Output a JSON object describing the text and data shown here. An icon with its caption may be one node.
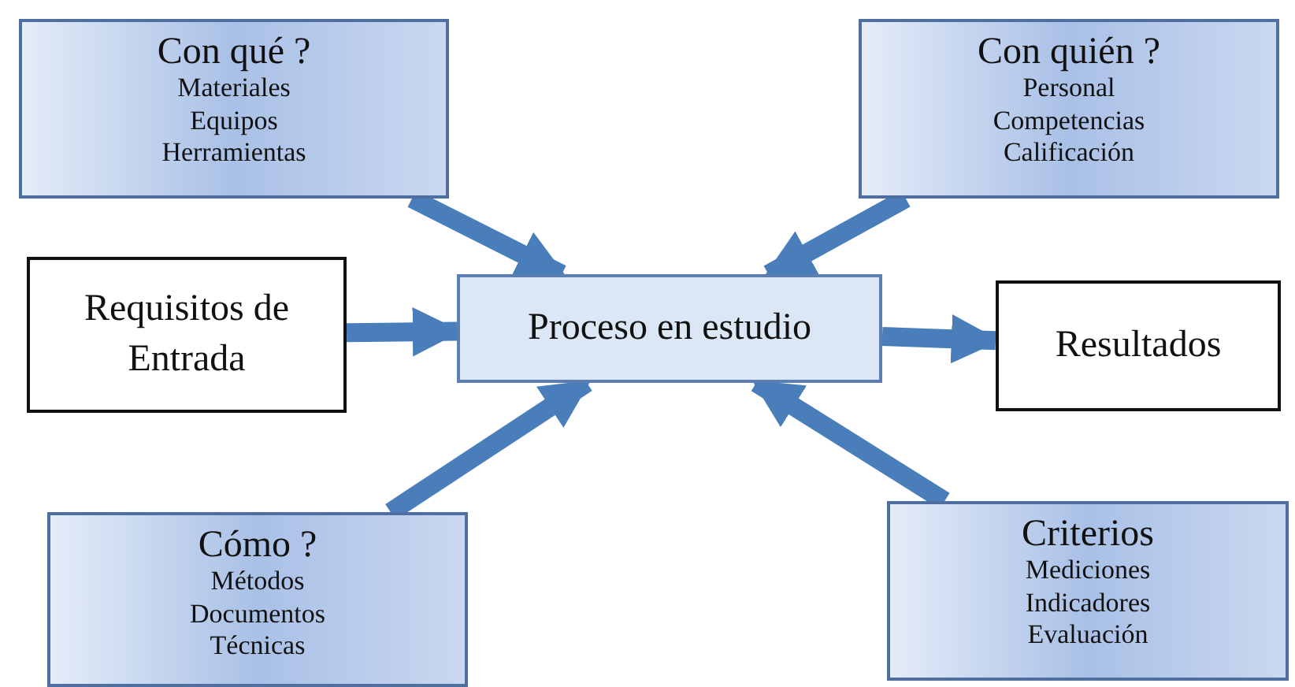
{
  "diagram": {
    "nodes": [
      {
        "text": [
          "Con qué ?",
          "Materiales Equipos Herramientas"
        ]
      },
      {
        "text": [
          "Con quién ?",
          "Personal Competencias Calificación"
        ]
      },
      {
        "text": [
          "Requisitos de Entrada"
        ]
      },
      {
        "text": [
          "Proceso en estudio"
        ]
      },
      {
        "text": [
          "Resultados"
        ]
      },
      {
        "text": [
          "Cómo ?",
          "Métodos Documentos Técnicas"
        ]
      },
      {
        "text": [
          "Criterios",
          "Mediciones Indicadores Evaluación"
        ]
      }
    ],
    "edges": [
      {
        "from": 0,
        "to": 3,
        "arrow": "to"
      },
      {
        "from": 1,
        "to": 3,
        "arrow": "to"
      },
      {
        "from": 2,
        "to": 3,
        "arrow": "to"
      },
      {
        "from": 3,
        "to": 4,
        "arrow": "to"
      },
      {
        "from": 5,
        "to": 3,
        "arrow": "to"
      },
      {
        "from": 6,
        "to": 3,
        "arrow": "to"
      }
    ]
  }
}
